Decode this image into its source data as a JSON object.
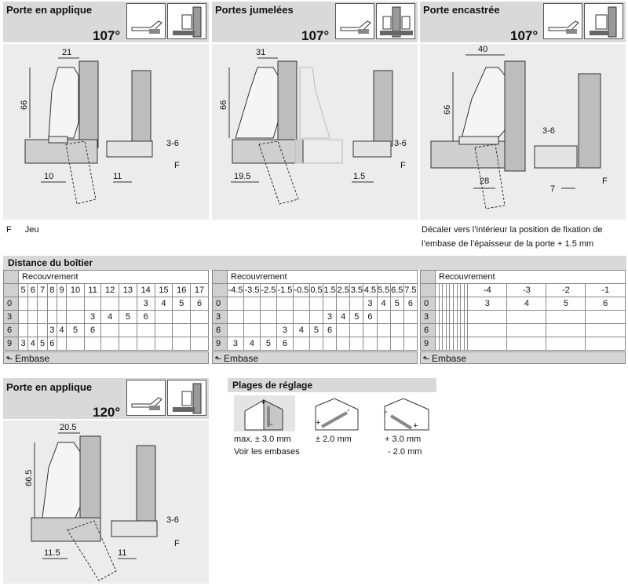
{
  "panels": {
    "p1": {
      "title": "Porte en applique",
      "angle": "107°",
      "dims": {
        "w": "21",
        "h": "66",
        "a": "10",
        "b": "11",
        "c": "3-6",
        "f": "F"
      }
    },
    "p2": {
      "title": "Portes jumelées",
      "angle": "107°",
      "dims": {
        "w": "31",
        "h": "66",
        "a": "19.5",
        "b": "1.5",
        "c": "3-6",
        "f": "F"
      }
    },
    "p3": {
      "title": "Porte encastrée",
      "angle": "107°",
      "dims": {
        "w": "40",
        "h": "66",
        "a": "28",
        "b": "7",
        "c": "3-6",
        "f": "F"
      }
    },
    "p4": {
      "title": "Porte en applique",
      "angle": "120°",
      "dims": {
        "w": "20.5",
        "h": "66.5",
        "a": "11.5",
        "b": "11",
        "c": "3-6",
        "f": "F"
      }
    }
  },
  "notes": {
    "legend_key": "F",
    "legend_text": "Jeu",
    "encastree_line1": "Décaler vers l’intérieur la position de fixation de",
    "encastree_line2": "l’embase de l’épaisseur de la porte + 1.5 mm"
  },
  "distance": {
    "title": "Distance du boîtier",
    "recouvrement_label": "Recouvrement",
    "embase_label": "Embase",
    "row_labels": [
      "0",
      "3",
      "6",
      "9"
    ],
    "t1": {
      "cols": [
        "5",
        "6",
        "7",
        "8",
        "9",
        "10",
        "11",
        "12",
        "13",
        "14",
        "15",
        "16",
        "17"
      ],
      "rows": [
        [
          "",
          "",
          "",
          "",
          "",
          "",
          "",
          "",
          "",
          "3",
          "4",
          "5",
          "6"
        ],
        [
          "",
          "",
          "",
          "",
          "",
          "",
          "3",
          "4",
          "5",
          "6",
          "",
          "",
          ""
        ],
        [
          "",
          "",
          "",
          "3",
          "4",
          "5",
          "6",
          "",
          "",
          "",
          "",
          "",
          ""
        ],
        [
          "3",
          "4",
          "5",
          "6",
          "",
          "",
          "",
          "",
          "",
          "",
          "",
          "",
          ""
        ]
      ]
    },
    "t2": {
      "cols": [
        "-4.5",
        "-3.5",
        "-2.5",
        "-1.5",
        "-0.5",
        "0.5",
        "1.5",
        "2.5",
        "3.5",
        "4.5",
        "5.5",
        "6.5",
        "7.5"
      ],
      "rows": [
        [
          "",
          "",
          "",
          "",
          "",
          "",
          "",
          "",
          "",
          "3",
          "4",
          "5",
          "6"
        ],
        [
          "",
          "",
          "",
          "",
          "",
          "",
          "3",
          "4",
          "5",
          "6",
          "",
          "",
          ""
        ],
        [
          "",
          "",
          "",
          "3",
          "4",
          "5",
          "6",
          "",
          "",
          "",
          "",
          "",
          ""
        ],
        [
          "3",
          "4",
          "5",
          "6",
          "",
          "",
          "",
          "",
          "",
          "",
          "",
          "",
          ""
        ]
      ]
    },
    "t3": {
      "cols": [
        "",
        "",
        "",
        "",
        "",
        "",
        "",
        "",
        "",
        "-4",
        "-3",
        "-2",
        "-1"
      ],
      "rows": [
        [
          "",
          "",
          "",
          "",
          "",
          "",
          "",
          "",
          "",
          "3",
          "4",
          "5",
          "6"
        ],
        [
          "",
          "",
          "",
          "",
          "",
          "",
          "",
          "",
          "",
          "",
          "",
          "",
          ""
        ],
        [
          "",
          "",
          "",
          "",
          "",
          "",
          "",
          "",
          "",
          "",
          "",
          "",
          ""
        ],
        [
          "",
          "",
          "",
          "",
          "",
          "",
          "",
          "",
          "",
          "",
          "",
          "",
          ""
        ]
      ]
    }
  },
  "plages": {
    "title": "Plages de réglage",
    "items": [
      {
        "line1": "max. ± 3.0 mm",
        "line2": "Voir les embases"
      },
      {
        "line1": "± 2.0 mm",
        "line2": ""
      },
      {
        "line1": "+ 3.0 mm",
        "line2": "- 2.0 mm"
      }
    ],
    "plus": "+",
    "minus": "-"
  },
  "colors": {
    "panel_head": "#d9d9d9",
    "panel_body": "#ececec",
    "table_label": "#d0d0d0"
  }
}
